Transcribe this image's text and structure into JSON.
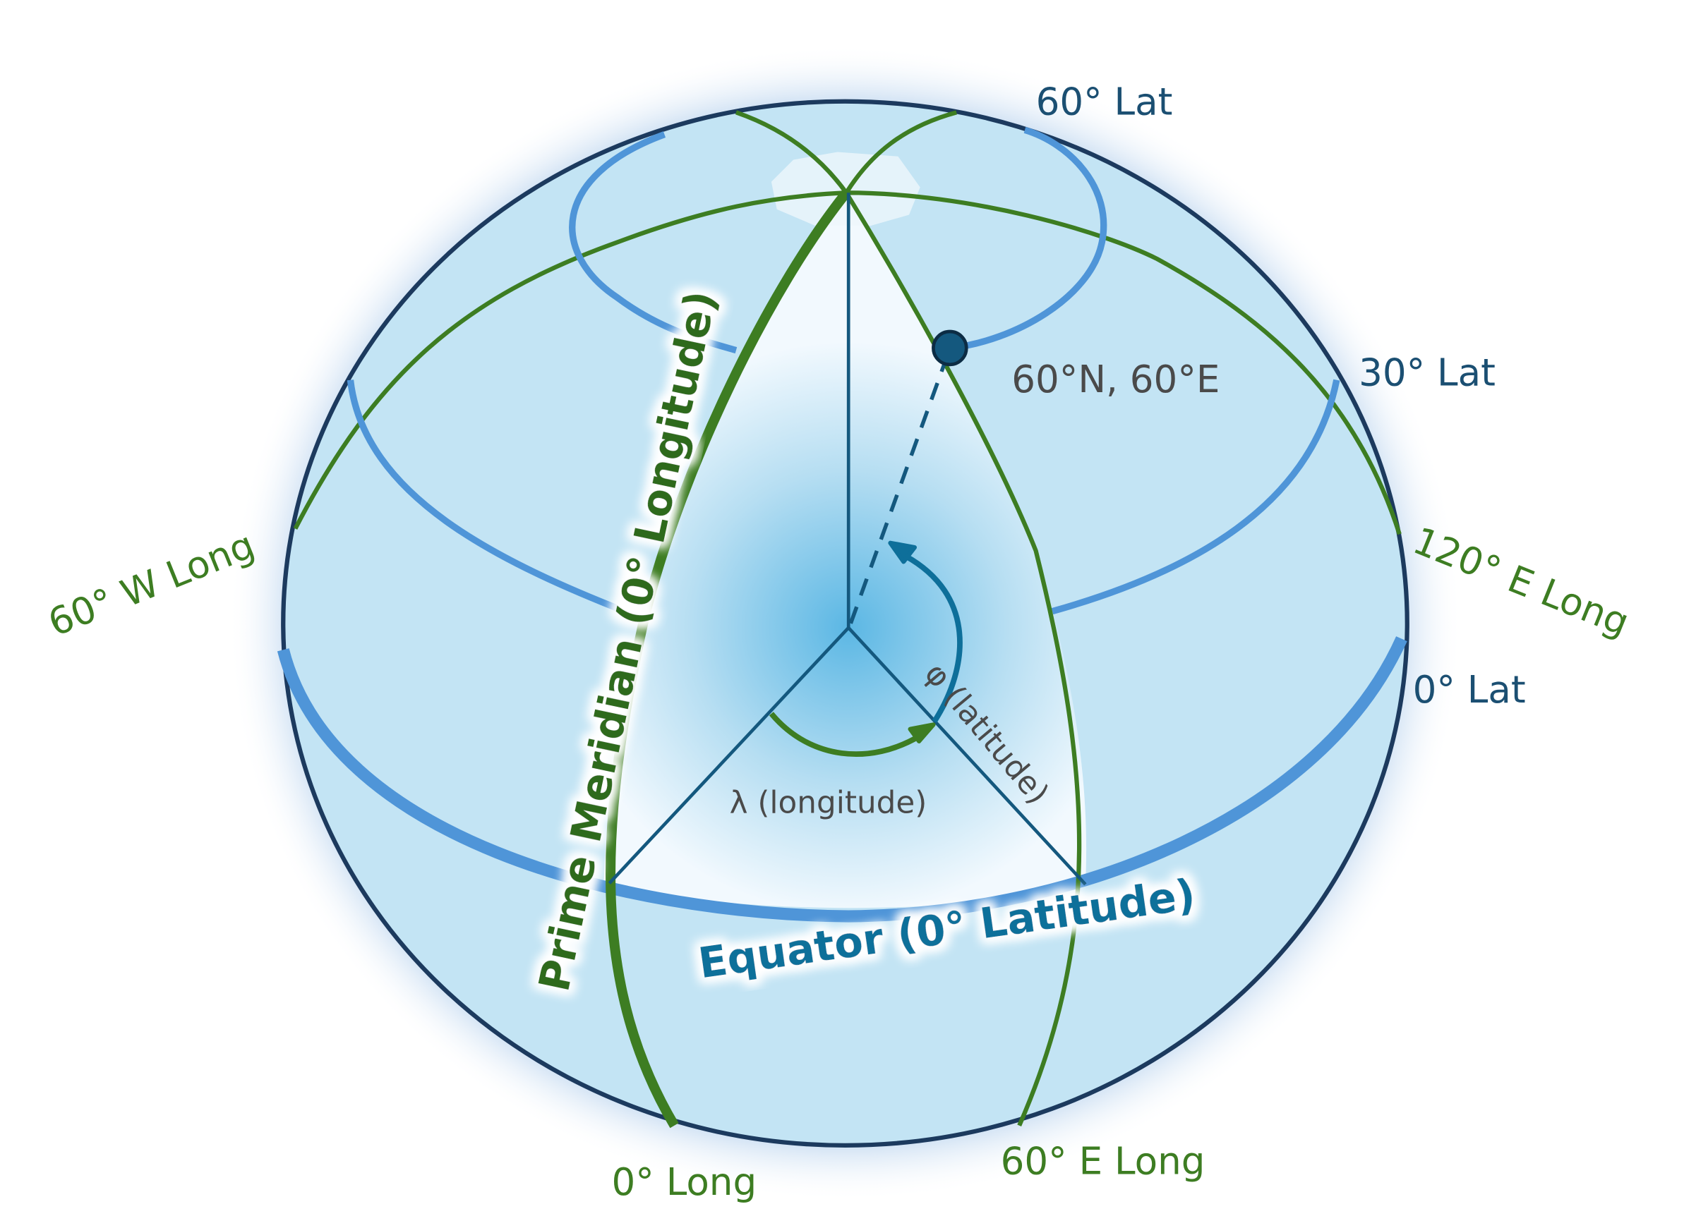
{
  "title_labels": {
    "prime_meridian": "Prime Meridian (0° Longitude)",
    "equator": "Equator (0° Latitude)"
  },
  "latitude_labels": {
    "lat60": "60° Lat",
    "lat30": "30° Lat",
    "lat0": "0° Lat"
  },
  "longitude_labels": {
    "w60": "60° W Long",
    "e120": "120° E Long",
    "long0": "0° Long",
    "e60": "60° E Long"
  },
  "point": {
    "label": "60°N, 60°E"
  },
  "angles": {
    "lambda": "λ (longitude)",
    "phi": "φ (latitude)"
  },
  "colors": {
    "globe_fill": "#c3e4f4",
    "globe_outline": "#1c3a5e",
    "latitude_line": "#4f95d8",
    "longitude_line": "#3d7d22",
    "dark_blue": "#0e6f9a",
    "lat_text": "#1b4f72",
    "long_text": "#3d7d22",
    "gray_text": "#4a4a4a"
  }
}
